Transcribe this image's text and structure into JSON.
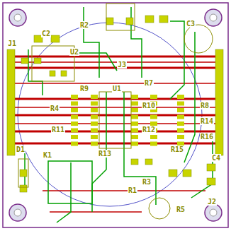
{
  "diagram": {
    "labels": [
      "J1",
      "C2",
      "R2",
      "C3",
      "U2",
      "J3",
      "R9",
      "U1",
      "R7",
      "R4",
      "R10",
      "R8",
      "R11",
      "R12",
      "R14",
      "R16",
      "D1",
      "K1",
      "R13",
      "R15",
      "C4",
      "R3",
      "R1",
      "R5",
      "J2"
    ]
  }
}
